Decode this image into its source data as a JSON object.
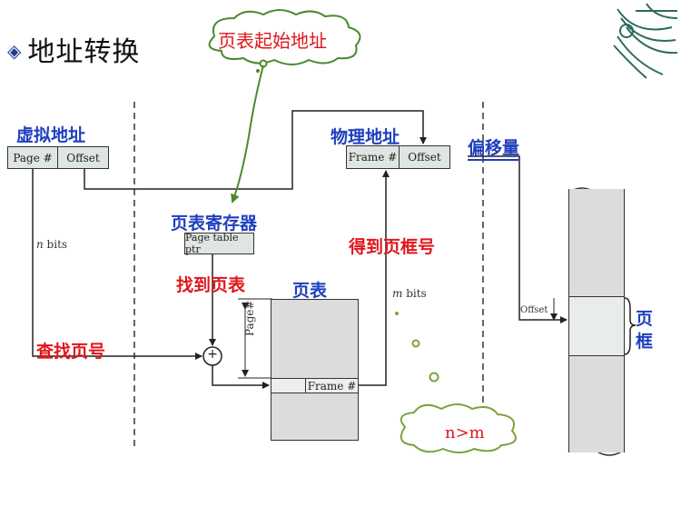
{
  "title": "地址转换",
  "callouts": {
    "page_table_start": "页表起始地址",
    "n_gt_m": "n>m"
  },
  "virtual_address": {
    "label": "虚拟地址",
    "page_field": "Page #",
    "offset_field": "Offset",
    "bits_n_italic": "n",
    "bits_n_rest": " bits"
  },
  "physical_address": {
    "label": "物理地址",
    "frame_field": "Frame #",
    "offset_field": "Offset",
    "bits_m_italic": "m",
    "bits_m_rest": " bits"
  },
  "offset_label": "偏移量",
  "page_table_register": {
    "label": "页表寄存器",
    "box": "Page table ptr"
  },
  "steps": {
    "find_page_table": "找到页表",
    "get_frame_number": "得到页框号",
    "lookup_page_number": "查找页号"
  },
  "page_table": {
    "label": "页表",
    "page_index": "Page#",
    "frame_cell": "Frame #"
  },
  "memory": {
    "offset_tag": "Offset",
    "frame_label_1": "页",
    "frame_label_2": "框"
  },
  "adder_symbol": "+",
  "colors": {
    "blue_label": "#1f3fbf",
    "red_label": "#e0161b",
    "callout_arrow": "#4a8a2a",
    "box_fill": "#dfe5e1"
  }
}
